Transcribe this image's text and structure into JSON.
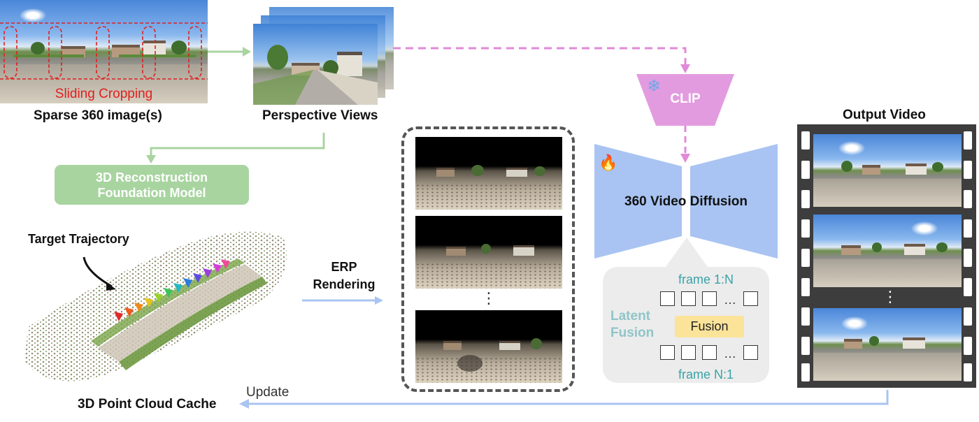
{
  "labels": {
    "sliding_cropping": "Sliding Cropping",
    "sparse_360": "Sparse 360 image(s)",
    "perspective_views": "Perspective Views",
    "reconstruction_model": "3D Reconstruction\nFoundation Model",
    "target_trajectory": "Target Trajectory",
    "erp_rendering": "ERP\nRendering",
    "clip": "CLIP",
    "video_diffusion": "360 Video Diffusion",
    "frame_1_n": "frame 1:N",
    "latent_fusion": "Latent\nFusion",
    "fusion": "Fusion",
    "frame_n_1": "frame N:1",
    "output_video": "Output Video",
    "update": "Update",
    "point_cloud_cache": "3D Point Cloud Cache",
    "ellipsis_dots": "⋮",
    "seq_ellipsis": "…"
  },
  "icons": {
    "frozen": "snowflake-icon",
    "trainable": "flame-icon"
  },
  "colors": {
    "green_arrow": "#a9d4a0",
    "green_box": "#a8d4a0",
    "pink_dash": "#e08ad8",
    "clip_fill": "#e39be0",
    "diffusion_fill": "#a9c4f2",
    "blue_arrow": "#a9c4f2",
    "fusion_panel": "#ececec",
    "fusion_chip": "#fbe39a",
    "teal_text": "#3aa3a8",
    "crop_red": "#e02020",
    "film_strip": "#3d3d3d"
  }
}
